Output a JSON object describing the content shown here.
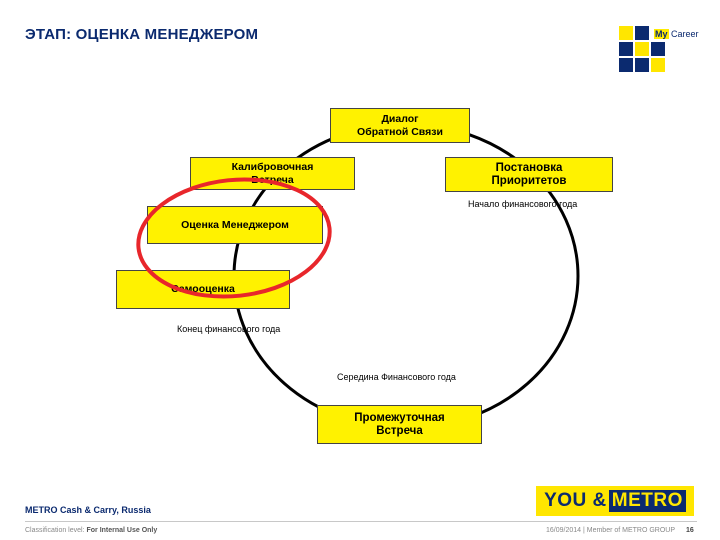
{
  "title": "ЭТАП: ОЦЕНКА МЕНЕДЖЕРОМ",
  "logo": {
    "my": "My",
    "career": "Career",
    "colors": [
      "#0b2a6f",
      "#ffe600"
    ]
  },
  "boxes": {
    "dialog": "Диалог\nОбратной Связи",
    "priorities": "Постановка\nПриоритетов",
    "calibration": "Калибровочная\nВстреча",
    "manager": "Оценка Менеджером",
    "self": "Самооценка",
    "interim": "Промежуточная\nВстреча"
  },
  "labels": {
    "fy_start": "Начало финансового года",
    "fy_end": "Конец финансового года",
    "fy_mid": "Середина Финансового года"
  },
  "colors": {
    "box_fill": "#fff200",
    "highlight": "#e8262b",
    "title": "#0b2a6f"
  },
  "footer": {
    "company": "METRO Cash & Carry, Russia",
    "classification_prefix": "Classification level: ",
    "classification_value": "For Internal Use Only",
    "date_member": "16/09/2014 | Member of METRO GROUP",
    "page": "16",
    "brand_you": "YOU &",
    "brand_metro": "METRO"
  }
}
